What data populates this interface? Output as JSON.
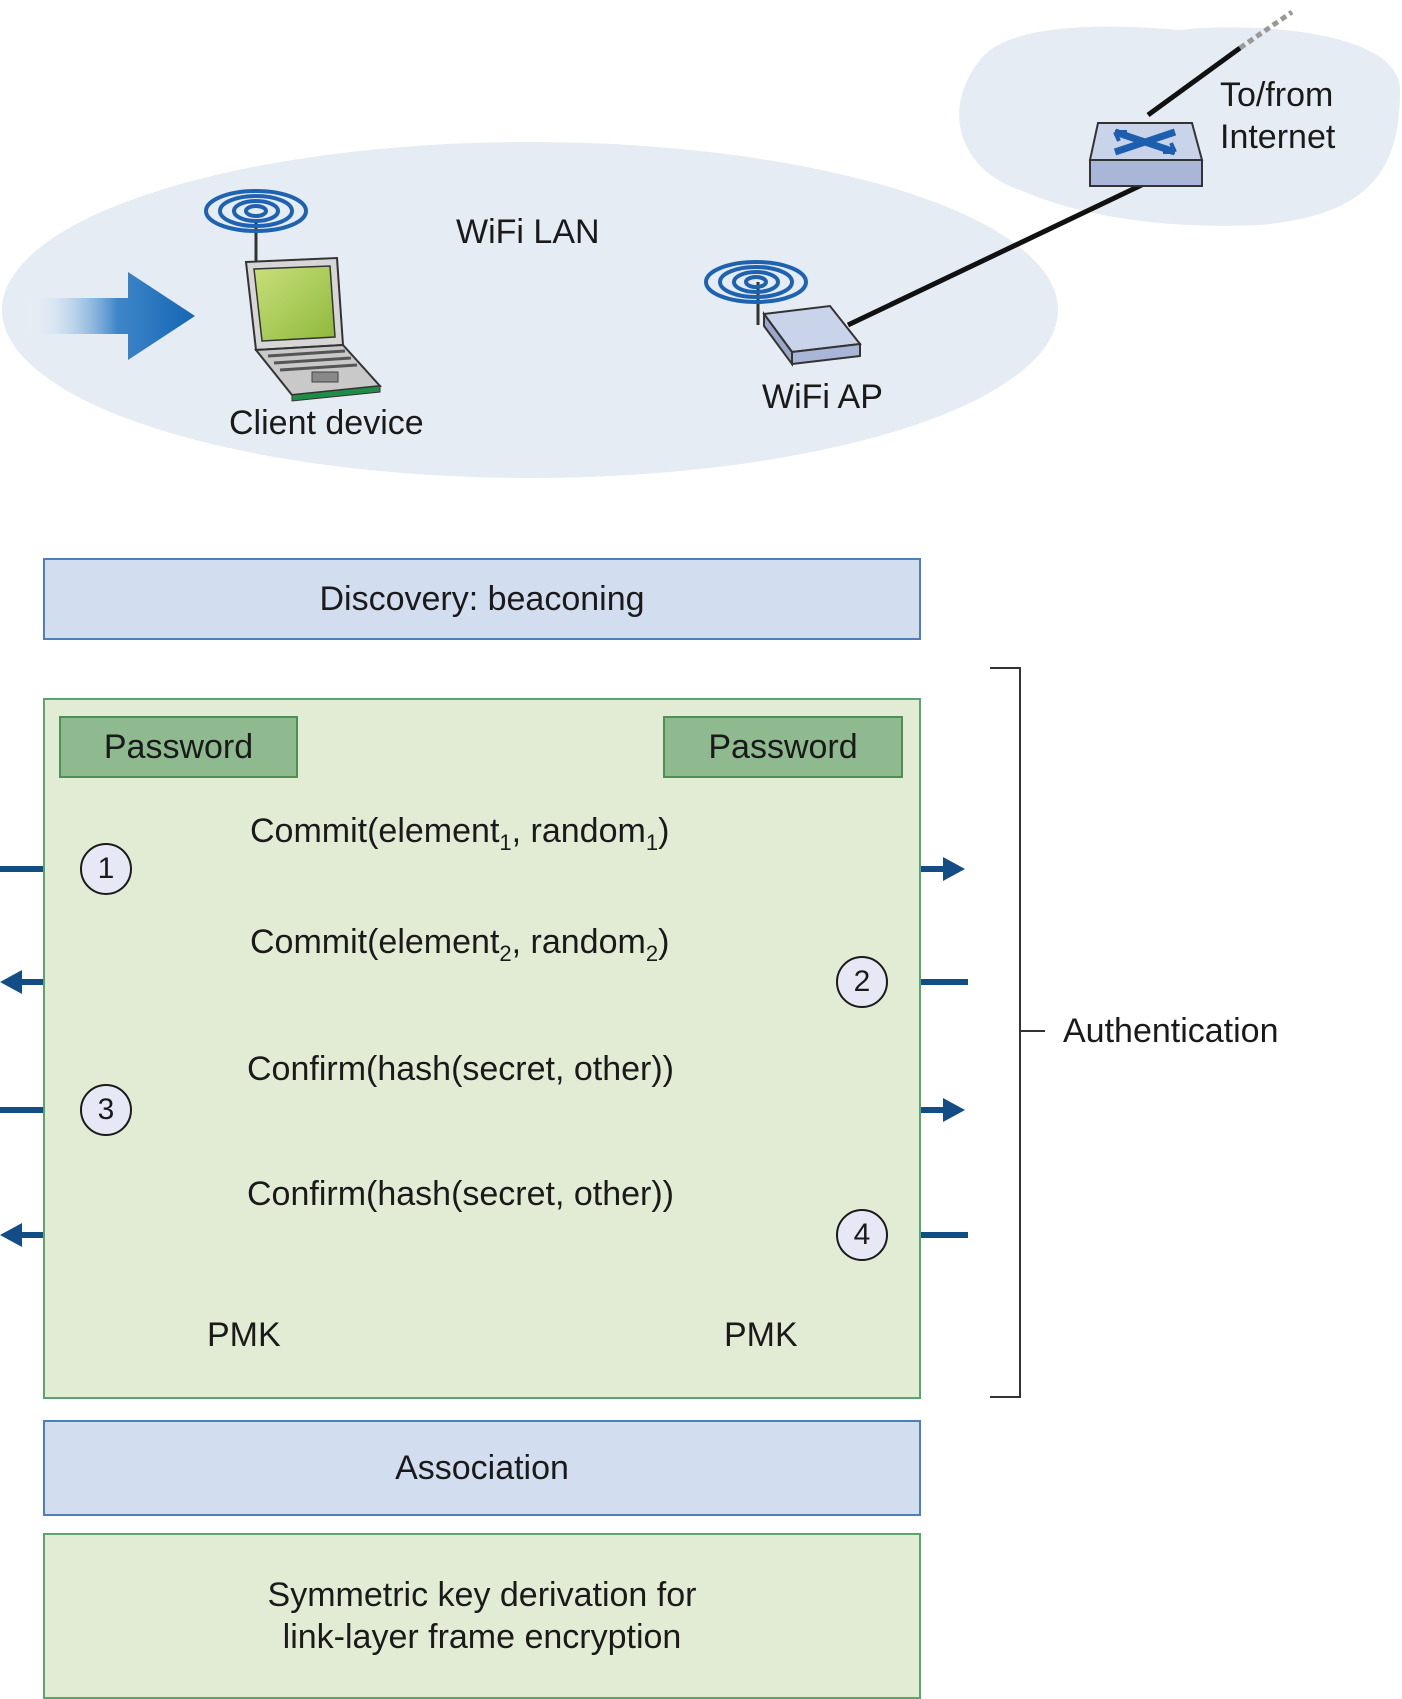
{
  "network": {
    "lan_label": "WiFi LAN",
    "client_label": "Client device",
    "ap_label": "WiFi AP",
    "internet_label_line1": "To/from",
    "internet_label_line2": "Internet"
  },
  "phases": {
    "discovery": "Discovery: beaconing",
    "association": "Association",
    "keyderiv_line1": "Symmetric key derivation for",
    "keyderiv_line2": "link-layer frame encryption",
    "authentication": "Authentication"
  },
  "auth": {
    "password_left": "Password",
    "password_right": "Password",
    "messages": [
      {
        "num": "1",
        "text_a": "Commit(element",
        "sub1": "1",
        "text_b": ", random",
        "sub2": "1",
        "text_c": ")",
        "direction": "right"
      },
      {
        "num": "2",
        "text_a": "Commit(element",
        "sub1": "2",
        "text_b": ", random",
        "sub2": "2",
        "text_c": ")",
        "direction": "left"
      },
      {
        "num": "3",
        "text": "Confirm(hash(secret, other))",
        "direction": "right"
      },
      {
        "num": "4",
        "text": "Confirm(hash(secret, other))",
        "direction": "left"
      }
    ],
    "pmk_left": "PMK",
    "pmk_right": "PMK"
  }
}
